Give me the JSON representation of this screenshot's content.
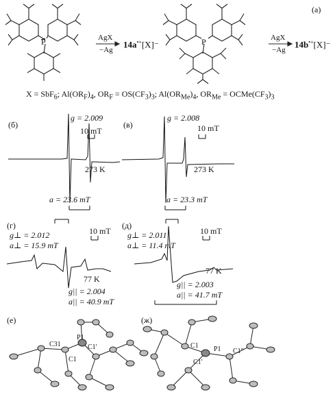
{
  "reaction": {
    "panel_label": "(а)",
    "arrow1": {
      "reagent_top": "AgX",
      "reagent_bottom": "−Ag"
    },
    "arrow2": {
      "reagent_top": "AgX",
      "reagent_bottom": "−Ag"
    },
    "product1": {
      "compound": "14a",
      "suffix": "[X]⁻"
    },
    "product2": {
      "compound": "14b",
      "suffix": "[X]⁻"
    },
    "radical_cation": "•+",
    "atom_P": "P"
  },
  "x_definition": "X = SbF₆; Al(OR_F)₄, OR_F = OS(CF₃)₃; Al(OR_Me)₄, OR_Me = OCMe(CF₃)₃",
  "x_definition_parts": {
    "a": "X = SbF",
    "b": "6",
    "c": "; Al(OR",
    "d": "F",
    "e": ")",
    "f": "4",
    "g": ", OR",
    "h": "F",
    "i": " = OS(CF",
    "j": "3",
    "k": ")",
    "l": "3",
    "m": "; Al(OR",
    "n": "Me",
    "o": ")",
    "p": "4",
    "q": ", OR",
    "r": "Me",
    "s": " = OCMe(CF",
    "t": "3",
    "u": ")",
    "v": "3"
  },
  "spectra": {
    "b": {
      "label": "(б)",
      "g": "g = 2.009",
      "scale": "10 mT",
      "temp": "273 K",
      "a": "a = 23.6 mT"
    },
    "v": {
      "label": "(в)",
      "g": "g = 2.008",
      "scale": "10 mT",
      "temp": "273 K",
      "a": "a = 23.3 mT"
    },
    "g": {
      "label": "(г)",
      "g_perp": "g⊥ = 2.012",
      "a_perp": "a⊥ = 15.9 mT",
      "scale": "10 mT",
      "temp": "77 K",
      "g_par": "g|| = 2.004",
      "a_par": "a|| = 40.9 mT"
    },
    "d": {
      "label": "(д)",
      "g_perp": "g⊥ = 2.011",
      "a_perp": "a⊥ = 11.4 mT",
      "scale": "10 mT",
      "temp": "77 K",
      "g_par": "g|| = 2.003",
      "a_par": "a|| = 41.7 mT"
    }
  },
  "structures": {
    "e": {
      "label": "(е)",
      "atoms": [
        "C31",
        "P1",
        "C1",
        "C1′"
      ]
    },
    "zh": {
      "label": "(ж)",
      "atoms": [
        "C1",
        "P1",
        "C1′",
        "C1″"
      ]
    }
  }
}
